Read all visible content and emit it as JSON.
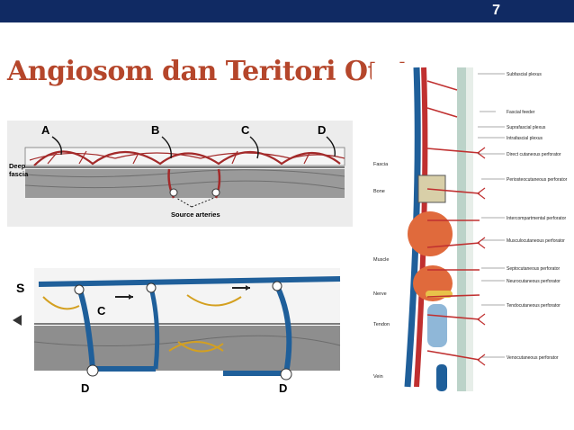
{
  "slide": {
    "page_number": "7",
    "title": "Angiosom dan Teritori Otot"
  },
  "figure_top": {
    "labels": [
      "A",
      "B",
      "C",
      "D"
    ],
    "deep_fascia_line1": "Deep",
    "deep_fascia_line2": "fascia",
    "source_arteries": "Source arteries"
  },
  "figure_bottom": {
    "label_s": "S",
    "label_c": "C",
    "label_d_left": "D",
    "label_d_right": "D"
  },
  "figure_right": {
    "left_labels": {
      "fascia": "Fascia",
      "bone": "Bone",
      "muscle": "Muscle",
      "nerve": "Nerve",
      "tendon": "Tendon",
      "vein": "Vein"
    },
    "right_labels": {
      "subfascial_plexus": "Subfascial plexus",
      "fascial_feeder": "Fascial feeder",
      "suprafascial_plexus": "Suprafascial plexus",
      "intrafascial_plexus": "Intrafascial plexus",
      "direct_cutaneous": "Direct cutaneous perforator",
      "periosteocutaneous": "Periosteocutaneous perforator",
      "intercompartmental": "Intercompartmental perforator",
      "musculocutaneous": "Musculocutaneous perforator",
      "septocutaneous": "Septocutaneous perforator",
      "neurocutaneous": "Neurocutaneous perforator",
      "tendocutaneous": "Tendocutaneous perforator",
      "venocutaneous": "Venocutaneous perforator"
    }
  },
  "colors": {
    "topbar": "#102a63",
    "title": "#b5462b",
    "artery": "#a32a2a",
    "vein": "#1f5f9a",
    "muscle": "#e06a3c"
  }
}
